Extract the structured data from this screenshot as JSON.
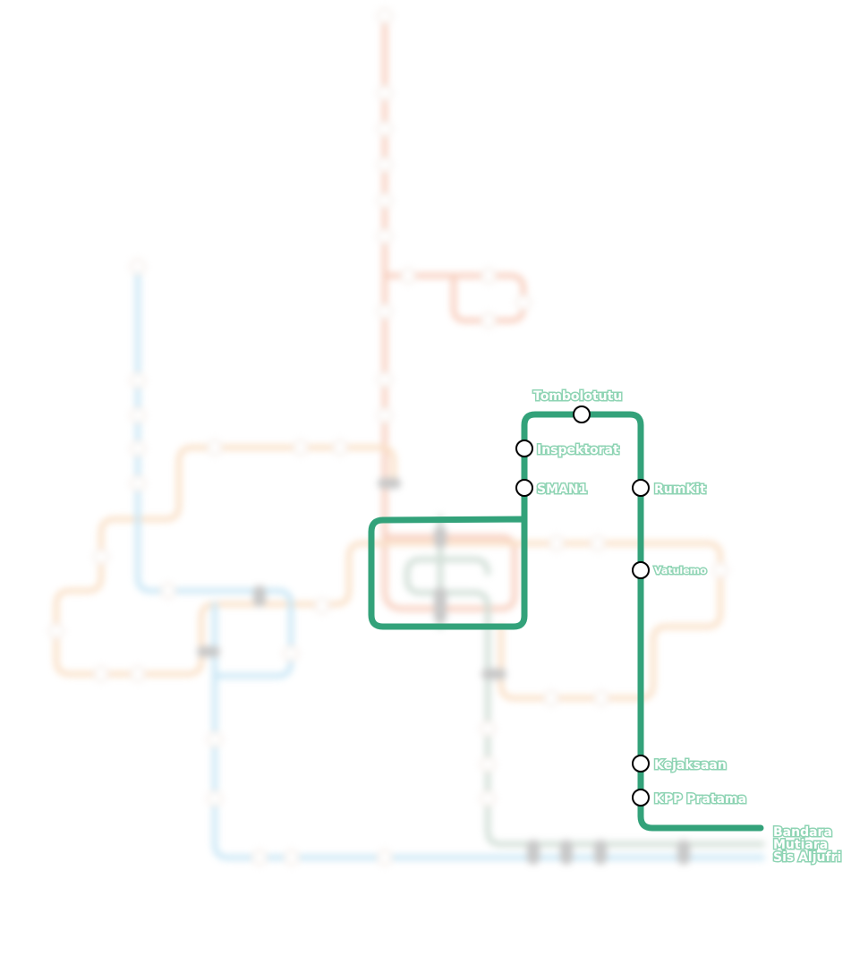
{
  "map": {
    "active_line": {
      "color": "#33a27a",
      "stations": [
        {
          "id": "tombolotutu",
          "name": "Tombolotutu"
        },
        {
          "id": "inspektorat",
          "name": "Inspektorat"
        },
        {
          "id": "sman1",
          "name": "SMAN1"
        },
        {
          "id": "rumkit",
          "name": "RumKit"
        },
        {
          "id": "vatulemo",
          "name": "Vatulemo"
        },
        {
          "id": "kejaksaan",
          "name": "Kejaksaan"
        },
        {
          "id": "kpp-pratama",
          "name": "KPP Pratama"
        }
      ],
      "terminus": {
        "id": "bandara",
        "lines": [
          "Bandara",
          "Mutiara",
          "Sis Aljufri"
        ]
      }
    },
    "background_lines": [
      {
        "id": "red-line",
        "color": "#f2a78a"
      },
      {
        "id": "orange-line",
        "color": "#f6c79a"
      },
      {
        "id": "blue-line",
        "color": "#9ed3ee"
      },
      {
        "id": "grey-green-line",
        "color": "#a9c2b3"
      }
    ]
  }
}
